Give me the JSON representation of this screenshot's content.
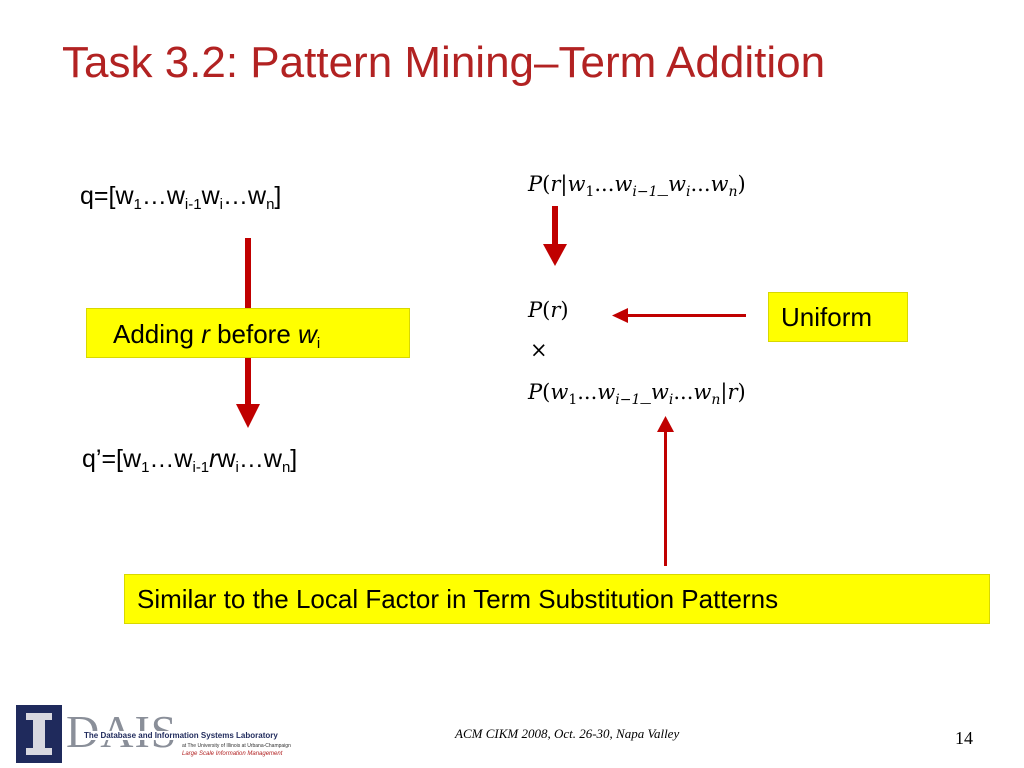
{
  "slide": {
    "title": "Task 3.2: Pattern Mining–Term Addition",
    "page_number": "14",
    "footer": "ACM CIKM 2008, Oct. 26-30, Napa Valley"
  },
  "left": {
    "q_prefix": "q=[",
    "q_prime_prefix": "q’=[",
    "w": "w",
    "ellipsis": "…",
    "sub_1": "1",
    "sub_i_minus_1": "i-1",
    "sub_i": "i",
    "sub_n": "n",
    "r": "r",
    "close": "]",
    "box_adding": "Adding ",
    "box_r": "r",
    "box_before": " before ",
    "box_w": "w",
    "box_sub_i": "i"
  },
  "right": {
    "uniform_label": "Uniform",
    "times": "×",
    "math_P": "P",
    "math_r": "r",
    "math_w": "w",
    "math_dots": "...",
    "sub_1": "1",
    "sub_i_minus_1": "i−1",
    "sub_i": "i",
    "sub_n": "n",
    "underscore": "_"
  },
  "bottom": {
    "note": "Similar to the Local Factor in Term Substitution Patterns"
  },
  "logo": {
    "letters": "DAIS",
    "line1": "The Database and Information Systems Laboratory",
    "line2": "at The University of Illinois at Urbana-Champaign",
    "line3": "Large Scale Information Management"
  },
  "colors": {
    "title": "#b22222",
    "arrow": "#c00000",
    "highlight": "#ffff00"
  }
}
